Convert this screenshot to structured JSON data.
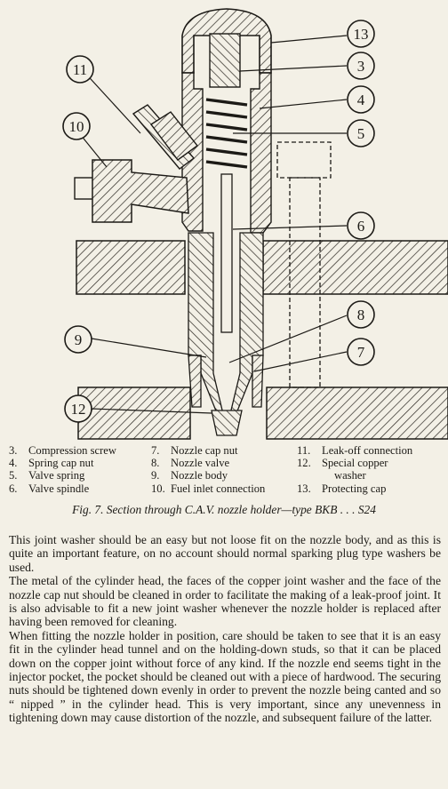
{
  "figure": {
    "callouts": [
      "13",
      "3",
      "11",
      "4",
      "10",
      "5",
      "6",
      "8",
      "9",
      "7",
      "12"
    ]
  },
  "legend": {
    "col1": [
      {
        "num": "3.",
        "label": "Compression screw"
      },
      {
        "num": "4.",
        "label": "Spring cap nut"
      },
      {
        "num": "5.",
        "label": "Valve spring"
      },
      {
        "num": "6.",
        "label": "Valve spindle"
      }
    ],
    "col2": [
      {
        "num": "7.",
        "label": "Nozzle cap nut"
      },
      {
        "num": "8.",
        "label": "Nozzle valve"
      },
      {
        "num": "9.",
        "label": "Nozzle body"
      },
      {
        "num": "10.",
        "label": "Fuel inlet connection"
      }
    ],
    "col3": [
      {
        "num": "11.",
        "label": "Leak-off connection"
      },
      {
        "num": "12.",
        "label": "Special copper"
      },
      {
        "num": "",
        "label": "washer"
      },
      {
        "num": "13.",
        "label": "Protecting cap"
      }
    ]
  },
  "caption": "Fig. 7.   Section through C.A.V. nozzle holder—type BKB . . . S24",
  "paragraphs": [
    "This joint washer should be an easy but not loose fit on the nozzle body, and as this is quite an important feature, on no account should normal sparking plug type washers be used.",
    "The metal of the cylinder head, the faces of the copper joint washer and the face of the nozzle cap nut should be cleaned in order to facilitate the making of a leak-proof joint.  It is also advisable to fit a new joint washer whenever the nozzle holder is replaced after having been removed for cleaning.",
    "When fitting the nozzle holder in position, care should be taken to see that it is an easy fit in the cylinder head tunnel and on the holding-down studs, so that it can be placed down on the copper joint without force of any kind.  If the nozzle end seems tight in the injector pocket, the pocket should be cleaned out with a piece of hardwood.  The securing nuts should be tightened down evenly in order to prevent the nozzle being canted and so “ nipped ” in the cylinder head.  This is very important, since any unevenness in tightening down may cause distortion of the nozzle, and subsequent failure of the latter."
  ]
}
